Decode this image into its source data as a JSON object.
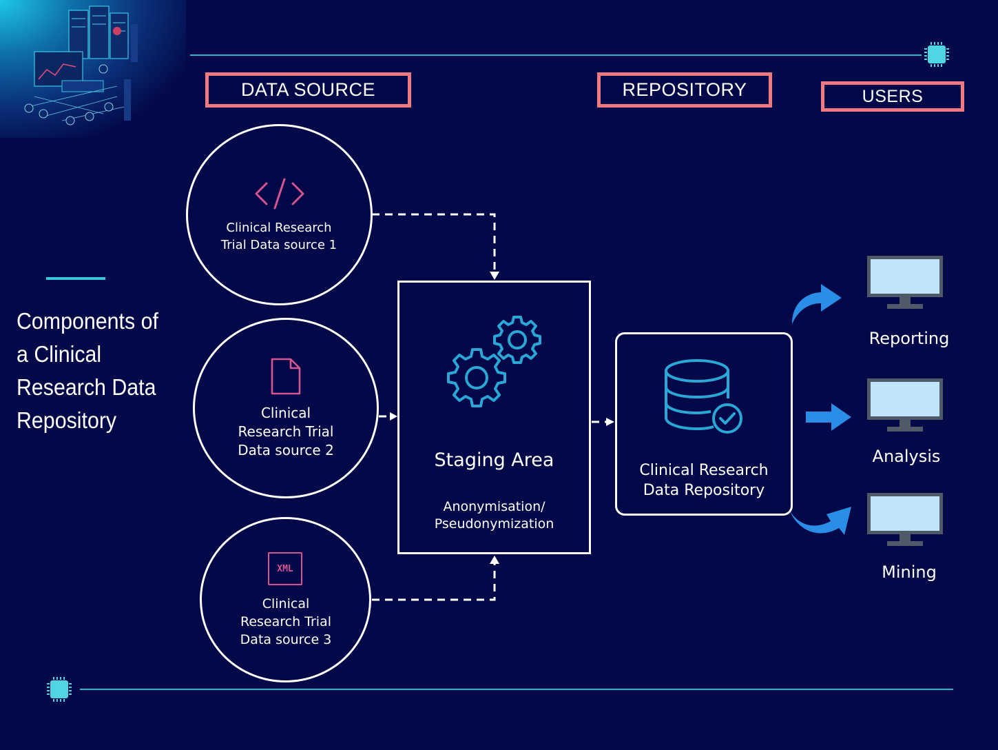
{
  "title": "Components of a Clinical Research Data Repository",
  "headers": {
    "data_source": "DATA SOURCE",
    "repository": "REPOSITORY",
    "users": "USERS"
  },
  "sources": [
    {
      "line1": "Clinical Research",
      "line2": "Trial Data source 1",
      "line3": "",
      "icon": "code-icon"
    },
    {
      "line1": "Clinical",
      "line2": "Research Trial",
      "line3": "Data source 2",
      "icon": "document-icon"
    },
    {
      "line1": "Clinical",
      "line2": "Research Trial",
      "line3": "Data source 3",
      "icon": "xml-file-icon",
      "icon_text": "XML"
    }
  ],
  "staging": {
    "title": "Staging Area",
    "sub1": "Anonymisation/",
    "sub2": "Pseudonymization",
    "icon": "gears-icon"
  },
  "repository": {
    "line1": "Clinical Research",
    "line2": "Data Repository",
    "icon": "database-check-icon"
  },
  "users": [
    {
      "label": "Reporting",
      "icon": "monitor-icon"
    },
    {
      "label": "Analysis",
      "icon": "monitor-icon"
    },
    {
      "label": "Mining",
      "icon": "monitor-icon"
    }
  ],
  "colors": {
    "background": "#030848",
    "header_border": "#f07a80",
    "accent_cyan": "#2fb4d2",
    "icon_pink": "#d4558f",
    "icon_blue": "#29a7d6",
    "arrow_blue": "#2a8ee6",
    "monitor_screen": "#bfe4fb",
    "monitor_frame": "#4f5a68"
  }
}
